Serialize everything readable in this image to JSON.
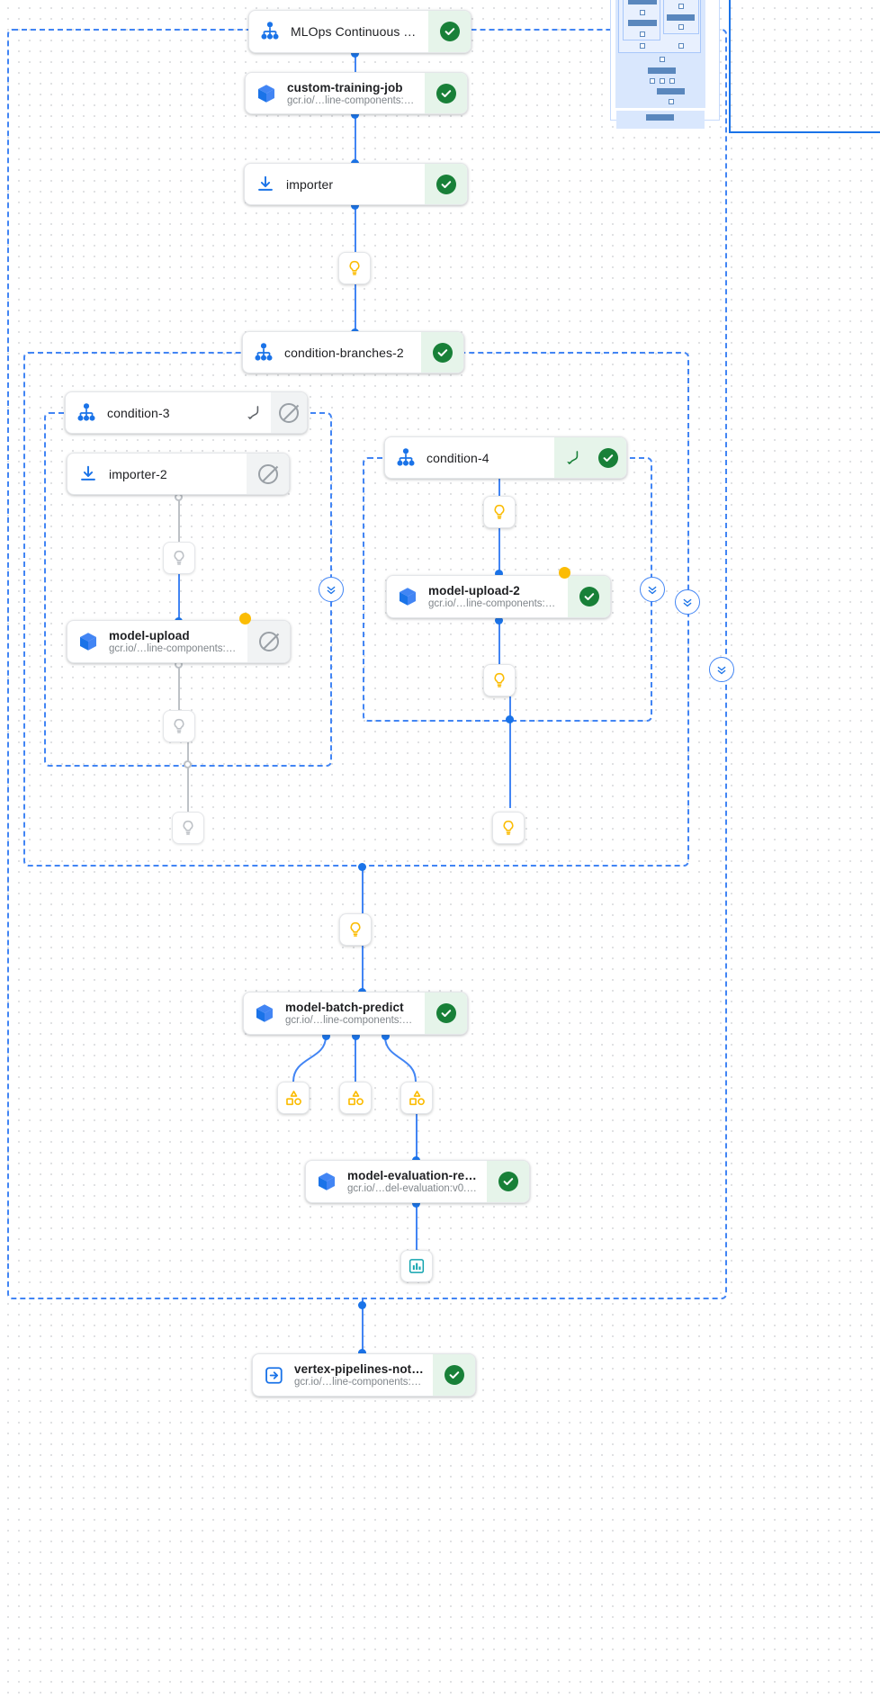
{
  "graph": {
    "root_group_label": "pipeline-root-scope",
    "nodes": [
      {
        "id": "mlops-continuous-training",
        "name": "MLOps Continuous Traini…",
        "sub": "",
        "icon": "dag-icon",
        "status": "succeeded",
        "status_icon": "check-circle-icon"
      },
      {
        "id": "custom-training-job",
        "name": "custom-training-job",
        "sub": "gcr.io/…line-components:2.6.0",
        "icon": "cube-icon",
        "status": "succeeded",
        "status_icon": "check-circle-icon"
      },
      {
        "id": "importer",
        "name": "importer",
        "sub": "",
        "icon": "download-icon",
        "status": "succeeded",
        "status_icon": "check-circle-icon"
      },
      {
        "id": "condition-branches-2",
        "name": "condition-branches-2",
        "sub": "",
        "icon": "dag-icon",
        "status": "succeeded",
        "status_icon": "check-circle-icon"
      },
      {
        "id": "condition-3",
        "name": "condition-3",
        "sub": "",
        "icon": "dag-icon",
        "status": "skipped",
        "status_icon": "block-icon",
        "extra_icon": "branch-arrow-icon"
      },
      {
        "id": "importer-2",
        "name": "importer-2",
        "sub": "",
        "icon": "download-icon",
        "status": "skipped",
        "status_icon": "block-icon"
      },
      {
        "id": "model-upload",
        "name": "model-upload",
        "sub": "gcr.io/…line-components:2.6.0",
        "icon": "cube-icon",
        "status": "skipped",
        "status_icon": "block-icon"
      },
      {
        "id": "condition-4",
        "name": "condition-4",
        "sub": "",
        "icon": "dag-icon",
        "status": "succeeded",
        "status_icon": "check-circle-icon",
        "extra_icon": "branch-arrow-icon"
      },
      {
        "id": "model-upload-2",
        "name": "model-upload-2",
        "sub": "gcr.io/…line-components:2.6.0",
        "icon": "cube-icon",
        "status": "succeeded",
        "status_icon": "check-circle-icon"
      },
      {
        "id": "model-batch-predict",
        "name": "model-batch-predict",
        "sub": "gcr.io/…line-components:2.6.0",
        "icon": "cube-icon",
        "status": "succeeded",
        "status_icon": "check-circle-icon"
      },
      {
        "id": "model-evaluation-regression",
        "name": "model-evaluation-regres…",
        "sub": "gcr.io/…del-evaluation:v0.9.3",
        "icon": "cube-icon",
        "status": "succeeded",
        "status_icon": "check-circle-icon"
      },
      {
        "id": "vertex-pipelines-notification",
        "name": "vertex-pipelines-notificat…",
        "sub": "gcr.io/…line-components:2.6.0",
        "icon": "exit-icon",
        "status": "succeeded",
        "status_icon": "check-circle-icon"
      }
    ],
    "artifacts": [
      {
        "id": "artifact-model-1",
        "icon": "lightbulb-icon",
        "state": "active"
      },
      {
        "id": "artifact-importer-2-out",
        "icon": "lightbulb-icon",
        "state": "skipped"
      },
      {
        "id": "artifact-model-upload-in",
        "icon": "lightbulb-icon",
        "state": "skipped"
      },
      {
        "id": "artifact-model-upload-out",
        "icon": "lightbulb-icon",
        "state": "skipped"
      },
      {
        "id": "artifact-condition-3-out",
        "icon": "lightbulb-icon",
        "state": "skipped"
      },
      {
        "id": "artifact-condition-4-in",
        "icon": "lightbulb-icon",
        "state": "active"
      },
      {
        "id": "artifact-model-upload-2-out",
        "icon": "lightbulb-icon",
        "state": "active"
      },
      {
        "id": "artifact-condition-4-exit",
        "icon": "lightbulb-icon",
        "state": "active"
      },
      {
        "id": "artifact-branches-out",
        "icon": "lightbulb-icon",
        "state": "active"
      },
      {
        "id": "artifact-batch-predict-a",
        "icon": "shapes-icon",
        "state": "active"
      },
      {
        "id": "artifact-batch-predict-b",
        "icon": "shapes-icon",
        "state": "active"
      },
      {
        "id": "artifact-batch-predict-c",
        "icon": "shapes-icon",
        "state": "active"
      },
      {
        "id": "artifact-evaluation-metrics",
        "icon": "bar-chart-icon",
        "state": "active"
      }
    ],
    "collapse_buttons": [
      {
        "id": "collapse-condition-3",
        "icon": "chevrons-collapse-icon"
      },
      {
        "id": "collapse-condition-4",
        "icon": "chevrons-collapse-icon"
      },
      {
        "id": "collapse-branches-2",
        "icon": "chevrons-collapse-icon"
      },
      {
        "id": "collapse-root",
        "icon": "chevrons-collapse-icon"
      }
    ],
    "minimap": {
      "label": "graph-minimap"
    }
  },
  "colors": {
    "accent_blue": "#1a73e8",
    "dash_blue": "#4285f4",
    "success_green": "#188038",
    "success_bg": "#e6f4ea",
    "amber": "#fbbc04",
    "grey_disabled": "#9aa0a6",
    "text_primary": "#202124",
    "text_secondary": "#80868b"
  }
}
